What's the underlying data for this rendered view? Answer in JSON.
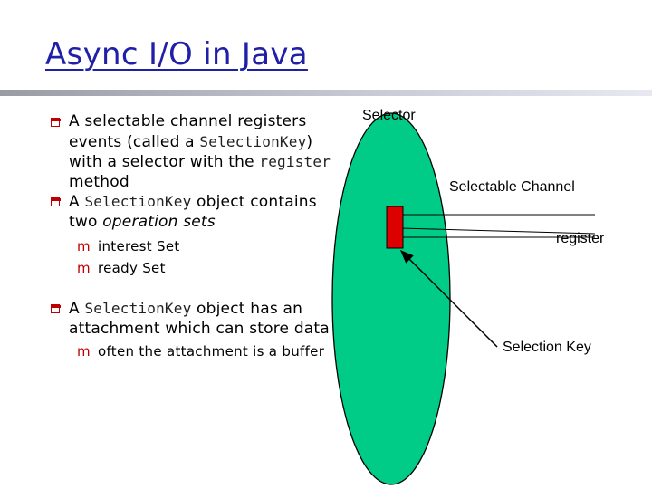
{
  "slide": {
    "title": "Async I/O in Java",
    "bullets": [
      {
        "parts": [
          {
            "t": "A selectable channel registers events (called a ",
            "s": "normal"
          },
          {
            "t": "SelectionKey",
            "s": "mono"
          },
          {
            "t": ") with a selector with the ",
            "s": "normal"
          },
          {
            "t": "register",
            "s": "mono"
          },
          {
            "t": " method",
            "s": "normal"
          }
        ]
      },
      {
        "parts": [
          {
            "t": "A ",
            "s": "normal"
          },
          {
            "t": "SelectionKey",
            "s": "mono"
          },
          {
            "t": " object contains two ",
            "s": "normal"
          },
          {
            "t": "operation sets",
            "s": "italic"
          }
        ]
      },
      {
        "text": "interest Set",
        "level": 2
      },
      {
        "text": "ready Set",
        "level": 2
      },
      {
        "parts": [
          {
            "t": "A ",
            "s": "normal"
          },
          {
            "t": "SelectionKey",
            "s": "mono"
          },
          {
            "t": " object has an attachment which can store data",
            "s": "normal"
          }
        ]
      },
      {
        "text": "often the attachment is a buffer",
        "level": 2
      }
    ]
  },
  "diagram": {
    "selector_label": "Selector",
    "channel_label": "Selectable Channel",
    "register_label": "register",
    "key_label": "Selection Key",
    "colors": {
      "ellipse": "#00cc88",
      "key_box": "#dd0000",
      "line": "#000000"
    }
  }
}
